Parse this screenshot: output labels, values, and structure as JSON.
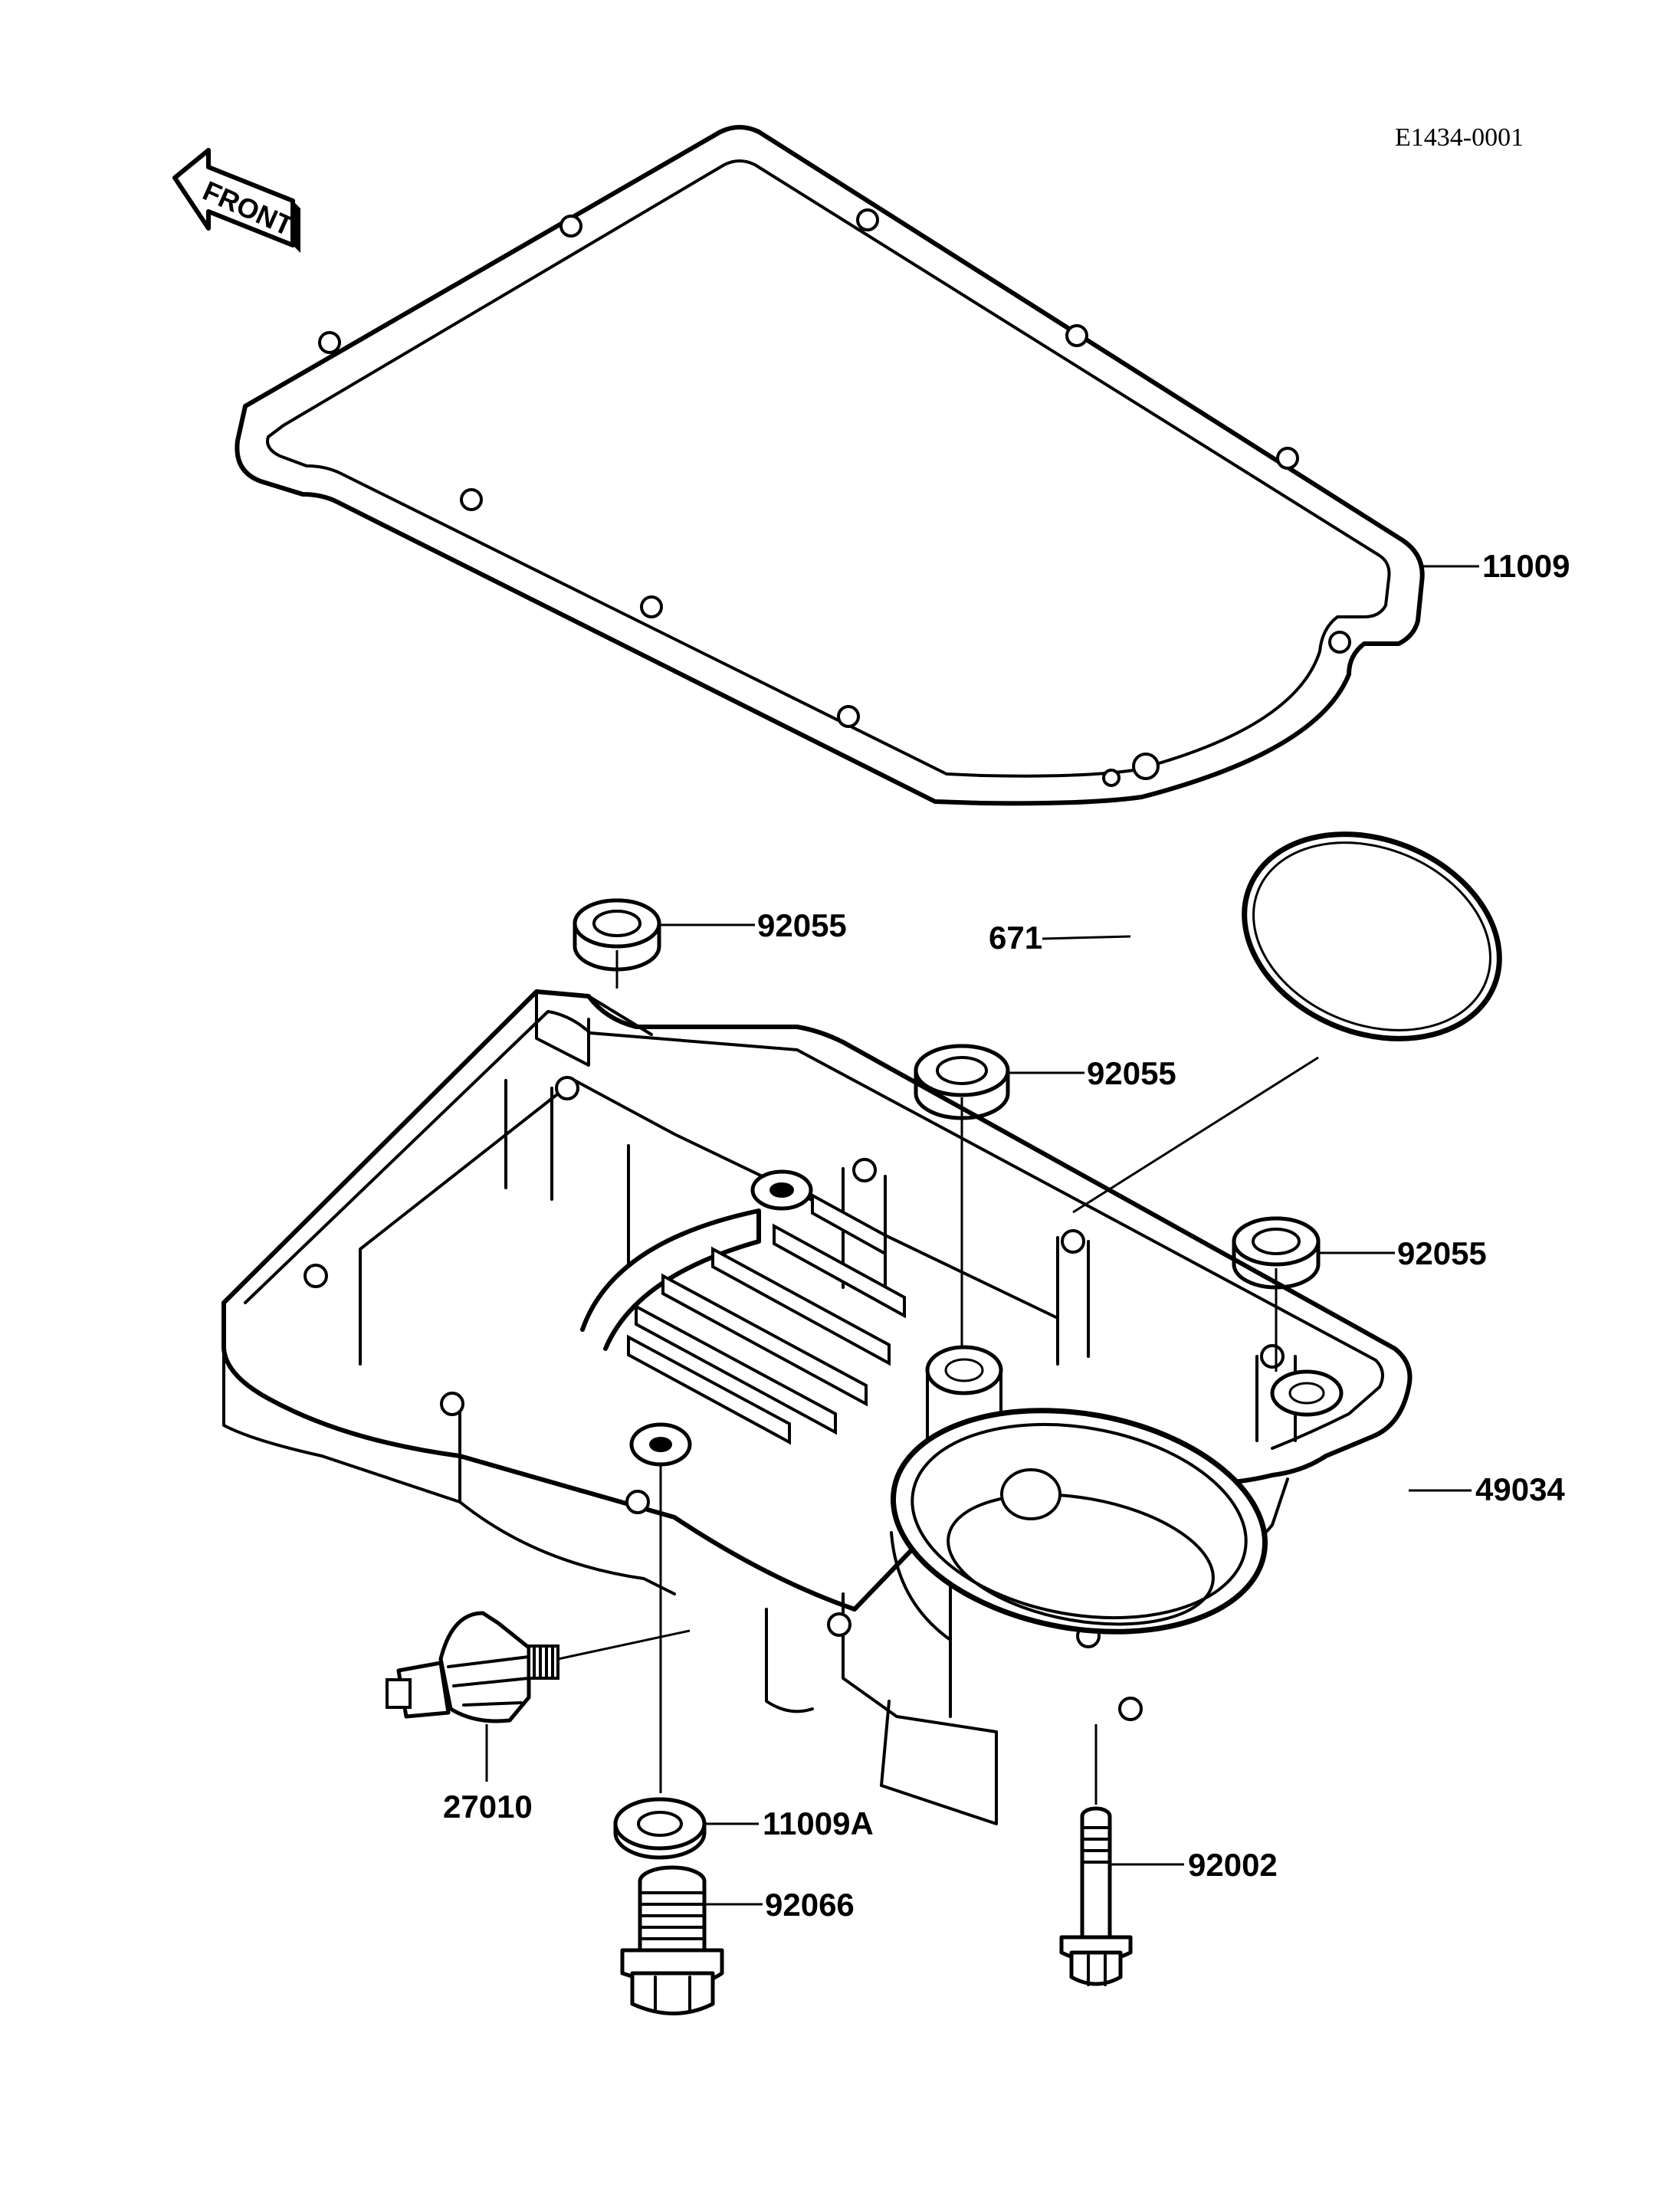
{
  "drawing_code": "E1434-0001",
  "front_label": "FRONT",
  "callouts": {
    "gasket": "11009",
    "o_ring": "671",
    "washer_1": "92055",
    "washer_2": "92055",
    "washer_3": "92055",
    "oil_pan": "49034",
    "oil_pressure_switch": "27010",
    "drain_gasket": "11009A",
    "bolt": "92002",
    "drain_plug": "92066"
  }
}
